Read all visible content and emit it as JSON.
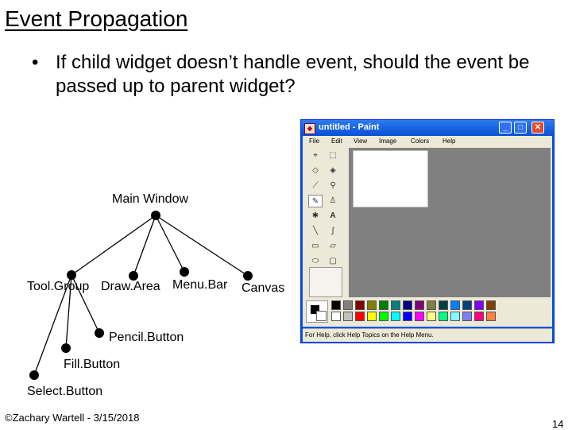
{
  "slide": {
    "title": "Event Propagation",
    "bullet": "If child widget doesn’t handle event, should the event be passed up to parent widget?",
    "bullet_marker": "•"
  },
  "tree": {
    "root": "Main Window",
    "children": [
      "Tool.Group",
      "Draw.Area",
      "Menu.Bar",
      "Canvas"
    ],
    "grandchildren": [
      "Pencil.Button",
      "Fill.Button",
      "Select.Button"
    ]
  },
  "paint_window": {
    "title": "untitled - Paint",
    "menu": [
      "File",
      "Edit",
      "View",
      "Image",
      "Colors",
      "Help"
    ],
    "window_buttons": [
      "minimize-icon",
      "maximize-icon",
      "close-icon"
    ],
    "status": "For Help, click Help Topics on the Help Menu.",
    "palette_top": [
      "#000000",
      "#808080",
      "#800000",
      "#808000",
      "#008000",
      "#008080",
      "#000080",
      "#800080",
      "#808040",
      "#004040",
      "#0080ff",
      "#004080",
      "#8000ff",
      "#804000"
    ],
    "palette_bottom": [
      "#ffffff",
      "#c0c0c0",
      "#ff0000",
      "#ffff00",
      "#00ff00",
      "#00ffff",
      "#0000ff",
      "#ff00ff",
      "#ffff80",
      "#00ff80",
      "#80ffff",
      "#8080ff",
      "#ff0080",
      "#ff8040"
    ]
  },
  "footer": {
    "credit": "©Zachary Wartell - 3/15/2018",
    "page_number": "14"
  }
}
